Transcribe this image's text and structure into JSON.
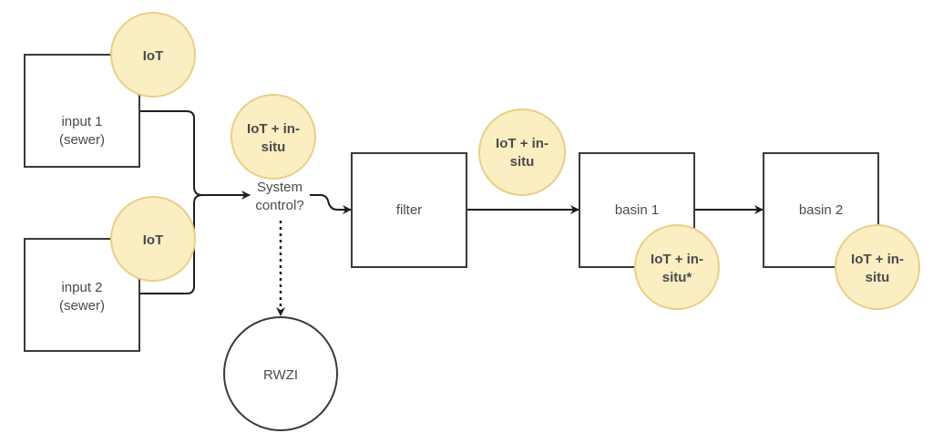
{
  "diagram": {
    "nodes": {
      "input1": {
        "line1": "input 1",
        "line2": "(sewer)"
      },
      "input2": {
        "line1": "input 2",
        "line2": "(sewer)"
      },
      "filter": {
        "label": "filter"
      },
      "basin1": {
        "label": "basin 1"
      },
      "basin2": {
        "label": "basin 2"
      },
      "rwzi": {
        "label": "RWZI"
      },
      "system_control": {
        "line1": "System",
        "line2": "control?"
      }
    },
    "sensors": {
      "input1": {
        "line1": "IoT"
      },
      "input2": {
        "line1": "IoT"
      },
      "system_control": {
        "line1": "IoT + in-",
        "line2": "situ"
      },
      "filter_out": {
        "line1": "IoT + in-",
        "line2": "situ"
      },
      "basin1": {
        "line1": "IoT + in-",
        "line2": "situ*"
      },
      "basin2": {
        "line1": "IoT + in-",
        "line2": "situ"
      }
    },
    "colors": {
      "sensor_fill": "#fbeec3",
      "sensor_stroke": "#e8cf86",
      "box_stroke": "#3a3a3a",
      "text": "#4a4a4a"
    },
    "edges": [
      {
        "from": "input 1",
        "to": "System control?",
        "style": "solid"
      },
      {
        "from": "input 2",
        "to": "System control?",
        "style": "solid"
      },
      {
        "from": "System control?",
        "to": "filter",
        "style": "solid"
      },
      {
        "from": "System control?",
        "to": "RWZI",
        "style": "dashed"
      },
      {
        "from": "filter",
        "to": "basin 1",
        "style": "solid"
      },
      {
        "from": "basin 1",
        "to": "basin 2",
        "style": "solid"
      }
    ]
  }
}
